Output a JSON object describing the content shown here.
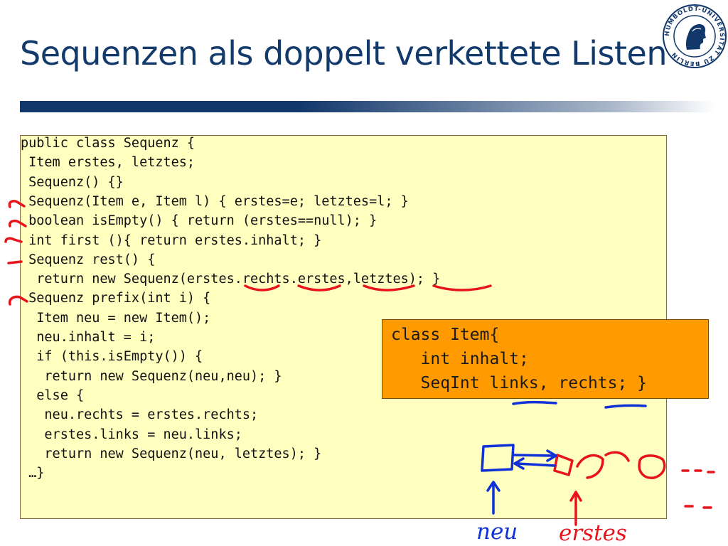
{
  "slide": {
    "title": "Sequenzen als doppelt verkettete Listen",
    "logo_text": "HUMBOLDT-UNIVERSITÄT ZU BERLIN",
    "code_lines": [
      "public class Sequenz {",
      " Item erstes, letztes;",
      " Sequenz() {}",
      " Sequenz(Item e, Item l) { erstes=e; letztes=l; }",
      " boolean isEmpty() { return (erstes==null); }",
      " int first (){ return erstes.inhalt; }",
      " Sequenz rest() {",
      "  return new Sequenz(erstes.rechts.erstes,letztes); }",
      " Sequenz prefix(int i) {",
      "  Item neu = new Item();",
      "  neu.inhalt = i;",
      "  if (this.isEmpty()) {",
      "   return new Sequenz(neu,neu); }",
      "  else {",
      "   neu.rechts = erstes.rechts;",
      "   erstes.links = neu.links;",
      "   return new Sequenz(neu, letztes); }",
      " …}"
    ],
    "item_lines": [
      "class Item{",
      "   int inhalt;",
      "   SeqInt links, rechts; }"
    ],
    "annotations": {
      "neu": "neu",
      "erstes": "erstes"
    },
    "colors": {
      "title": "#123a6b",
      "code_background": "#ffffc0",
      "item_background": "#ff9a00",
      "ink_red": "#e8141b",
      "ink_blue": "#1030d8"
    }
  }
}
